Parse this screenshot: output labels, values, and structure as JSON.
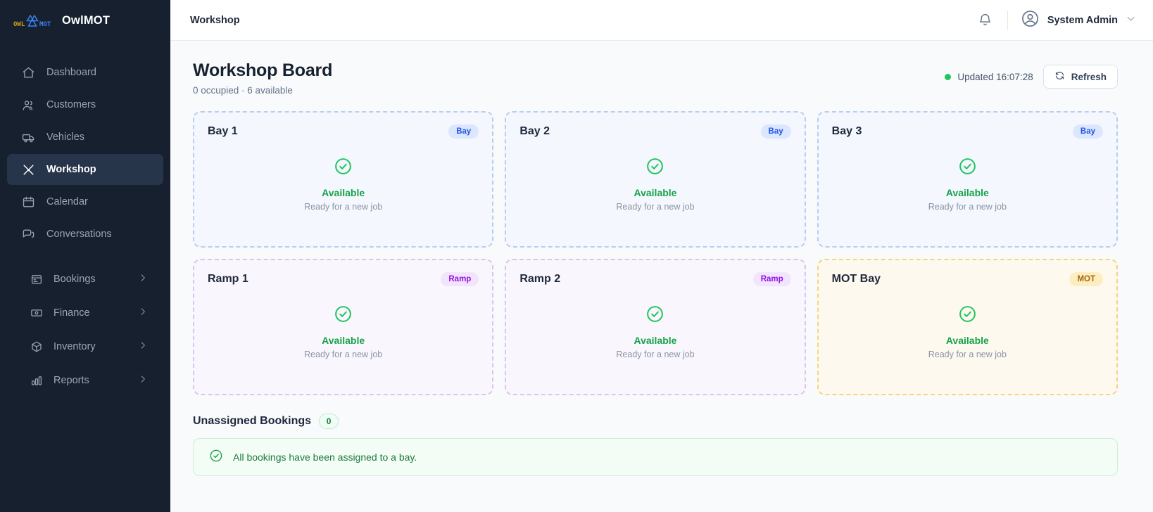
{
  "sidebar": {
    "brand": {
      "name": "OwlMOT",
      "logo_owl_text": "OWL",
      "logo_mot_text": "MOT",
      "logo_owl_color": "#d4a017",
      "logo_mot_color": "#3b82f6"
    },
    "items": [
      {
        "label": "Dashboard",
        "icon": "home-icon",
        "active": false
      },
      {
        "label": "Customers",
        "icon": "users-icon",
        "active": false
      },
      {
        "label": "Vehicles",
        "icon": "truck-icon",
        "active": false
      },
      {
        "label": "Workshop",
        "icon": "tools-icon",
        "active": true
      },
      {
        "label": "Calendar",
        "icon": "calendar-icon",
        "active": false
      },
      {
        "label": "Conversations",
        "icon": "chat-icon",
        "active": false
      }
    ],
    "groups": [
      {
        "label": "Bookings",
        "icon": "calendar-days-icon",
        "chevron": "chevron-right-icon"
      },
      {
        "label": "Finance",
        "icon": "banknote-icon",
        "chevron": "chevron-right-icon"
      },
      {
        "label": "Inventory",
        "icon": "box-icon",
        "chevron": "chevron-right-icon"
      },
      {
        "label": "Reports",
        "icon": "bar-chart-icon",
        "chevron": "chevron-right-icon"
      }
    ]
  },
  "topbar": {
    "breadcrumb": "Workshop",
    "bell_icon": "bell-icon",
    "avatar_icon": "user-circle-icon",
    "user_name": "System Admin",
    "chevron_icon": "chevron-down-icon"
  },
  "page": {
    "title": "Workshop Board",
    "subtitle": "0 occupied · 6 available",
    "updated_label": "Updated 16:07:28",
    "status_dot_color": "#22c55e",
    "refresh_label": "Refresh",
    "refresh_icon": "refresh-icon"
  },
  "bays": [
    {
      "name": "Bay 1",
      "badge": "Bay",
      "kind": "bay",
      "status": "Available",
      "note": "Ready for a new job",
      "icon": "check-circle-icon"
    },
    {
      "name": "Bay 2",
      "badge": "Bay",
      "kind": "bay",
      "status": "Available",
      "note": "Ready for a new job",
      "icon": "check-circle-icon"
    },
    {
      "name": "Bay 3",
      "badge": "Bay",
      "kind": "bay",
      "status": "Available",
      "note": "Ready for a new job",
      "icon": "check-circle-icon"
    },
    {
      "name": "Ramp 1",
      "badge": "Ramp",
      "kind": "ramp",
      "status": "Available",
      "note": "Ready for a new job",
      "icon": "check-circle-icon"
    },
    {
      "name": "Ramp 2",
      "badge": "Ramp",
      "kind": "ramp",
      "status": "Available",
      "note": "Ready for a new job",
      "icon": "check-circle-icon"
    },
    {
      "name": "MOT Bay",
      "badge": "MOT",
      "kind": "mot",
      "status": "Available",
      "note": "Ready for a new job",
      "icon": "check-circle-icon"
    }
  ],
  "unassigned": {
    "title": "Unassigned Bookings",
    "count": "0",
    "empty_message": "All bookings have been assigned to a bay.",
    "empty_icon": "check-circle-icon"
  }
}
